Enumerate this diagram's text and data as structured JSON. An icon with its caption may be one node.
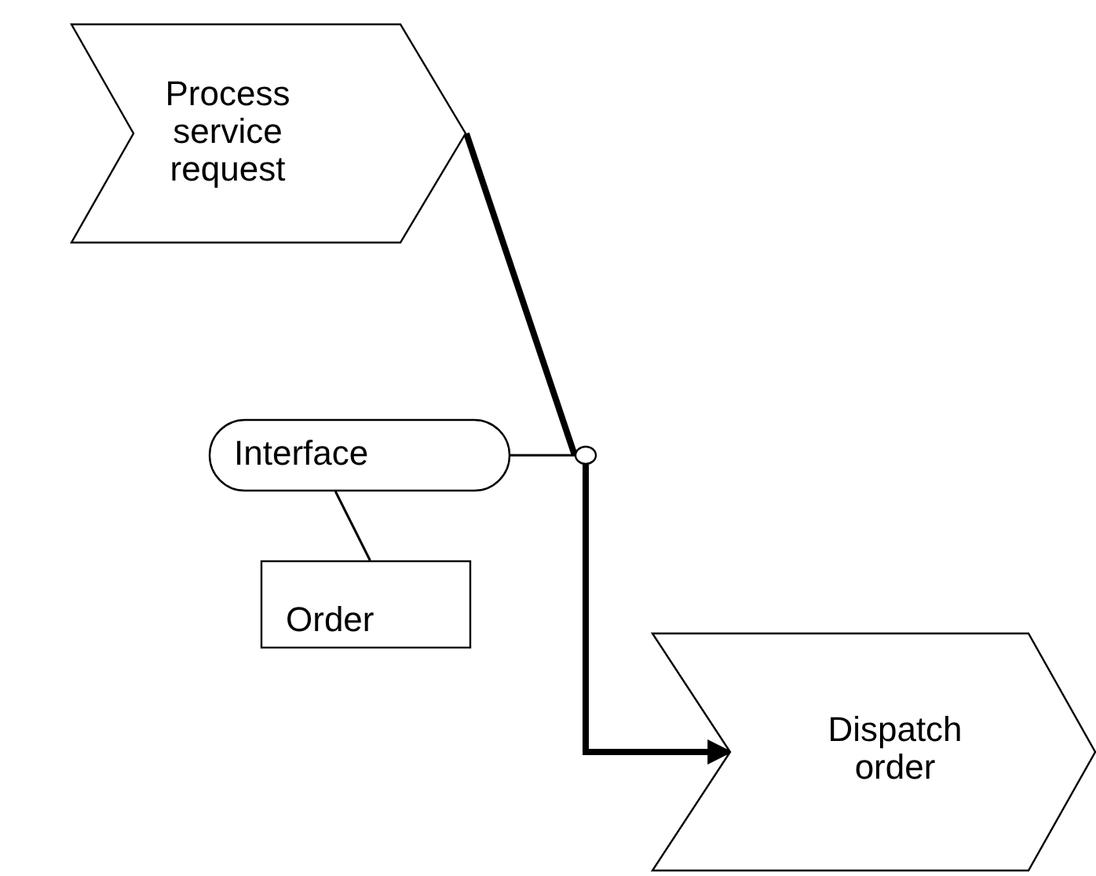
{
  "diagram": {
    "nodes": [
      {
        "text": [
          "Process service request"
        ]
      },
      {
        "text": [
          "Interface"
        ]
      },
      {
        "text": [
          "Order"
        ]
      },
      {
        "text": [
          "Dispatch order"
        ]
      },
      {
        "text": [],
        "shape": "circle"
      }
    ],
    "edges": [
      {
        "from": 0,
        "to": 4,
        "arrow": "none",
        "style": "thick"
      },
      {
        "from": 4,
        "to": 3,
        "arrow": "to",
        "style": "thick"
      },
      {
        "from": 1,
        "to": 4,
        "arrow": "none"
      },
      {
        "from": 1,
        "to": 2,
        "arrow": "none"
      }
    ]
  }
}
